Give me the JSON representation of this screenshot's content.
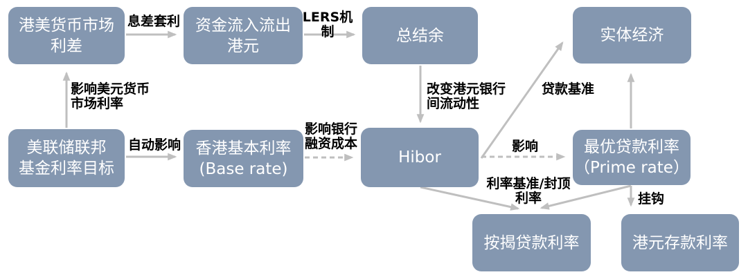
{
  "diagram": {
    "description": "Hong Kong interest rate transmission flowchart",
    "colors": {
      "background": "#ffffff",
      "node_fill": "#8497b0",
      "node_text": "#ffffff",
      "arrow": "#bfbfbf",
      "label_text": "#000000"
    },
    "nodes": {
      "hk_us_spread": {
        "label": "港美货币市场\n利差"
      },
      "capital_flow": {
        "label": "资金流入流出\n港元"
      },
      "aggregate_balance": {
        "label": "总结余"
      },
      "real_economy": {
        "label": "实体经济"
      },
      "fed_funds_target": {
        "label": "美联储联邦\n基金利率目标"
      },
      "hk_base_rate": {
        "label": "香港基本利率\n(Base rate)"
      },
      "hibor": {
        "label": "Hibor"
      },
      "prime_rate": {
        "label": "最优贷款利率\n（Prime rate）"
      },
      "mortgage_rate": {
        "label": "按揭贷款利率"
      },
      "hkd_deposit_rate": {
        "label": "港元存款利率"
      }
    },
    "edge_labels": {
      "interest_arbitrage": "息差套利",
      "lers_mechanism": "LERS机\n制",
      "affect_usd_market": "影响美元货币\n市场利率",
      "change_liquidity": "改变港元银行\n间流动性",
      "auto_affect": "自动影响",
      "affect_funding_cost": "影响银行\n融资成本",
      "loan_benchmark": "贷款基准",
      "affect": "影响",
      "rate_benchmark_cap": "利率基准/封顶\n利率",
      "peg": "挂钩"
    }
  }
}
